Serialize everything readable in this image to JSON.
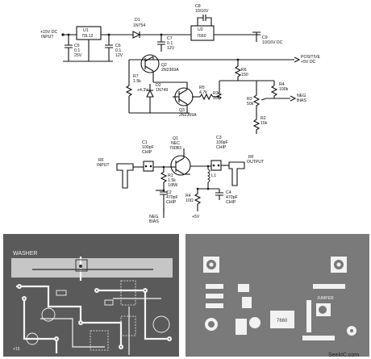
{
  "labels": {
    "input_15v": "+15V DC",
    "input_word": "INPUT",
    "u1_ref": "U1",
    "u1_part": "79L12",
    "c5": "C5",
    "c5_val1": "0.1",
    "c5_val2": "25V",
    "c6": "C6",
    "c6_val1": "0.1",
    "c6_val2": "12V",
    "d1_ref": "D1",
    "d1_part": "1N754",
    "c7": "C7",
    "c7_val1": "0.1",
    "c7_val2": "12V",
    "c8": "C8",
    "c8_val": "10/16V",
    "u2_ref": "U2",
    "u2_part": "7660",
    "c9": "C9",
    "c9_val": "10/16V DC",
    "q2_ref": "Q2",
    "q2_part": "2N2369A",
    "r7": "R7",
    "r7_val": "1.5k",
    "d2_ref": "D2",
    "d2_part": "1N749",
    "d2_volt": "+4.3V",
    "q3_ref": "Q3",
    "q3_part": "2N2369A",
    "r5": "R5",
    "r5_val": "4.7k",
    "r3": "R3",
    "r3_val": "10k",
    "r6": "R6",
    "r6_val": "150",
    "r4": "R4",
    "r4_val": "100k",
    "r3b": "R3",
    "r3b_val": "50k",
    "r2": "R2",
    "r2_val": "15k",
    "positive": "POSITIVE",
    "positive_v": "+5V DC",
    "neg": "NEG",
    "bias": "BIAS",
    "c1": "C1",
    "c1_val": "100pF",
    "c1_chip": "CHIP",
    "q1_ref": "Q1",
    "q1_part": "NEC",
    "q1_num": "700B3",
    "c3": "C3",
    "c3_val": "100pF",
    "c3_chip": "CHIP",
    "rf_in": "RF",
    "rf_in2": "INPUT",
    "rf_out": "RF",
    "rf_out2": "OUTPUT",
    "r1": "R1",
    "r1_val1": "1.5k",
    "r1_val2": "1/8W",
    "c2": "C2",
    "c2_val": "470pF",
    "c2_chip": "CHIP",
    "l1": "L1",
    "r4b": "R4",
    "r4b_val": "10Ω",
    "c4": "C4",
    "c4_val": "470pF",
    "c4_chip": "CHIP",
    "neg_bias1": "NEG.",
    "neg_bias2": "BIAS",
    "plus5v": "+5V",
    "pcb_washer": "WASHER",
    "pcb_jumper": "JUMPER",
    "pcb_7660": "7660",
    "pcb_plus15": "+15",
    "watermark": "SeekIC.com"
  },
  "colors": {
    "ink": "#111111",
    "pcb_left_bg": "#5a5a5a",
    "pcb_right_bg": "#7a7a7a",
    "copper": "#f4f4f4"
  }
}
